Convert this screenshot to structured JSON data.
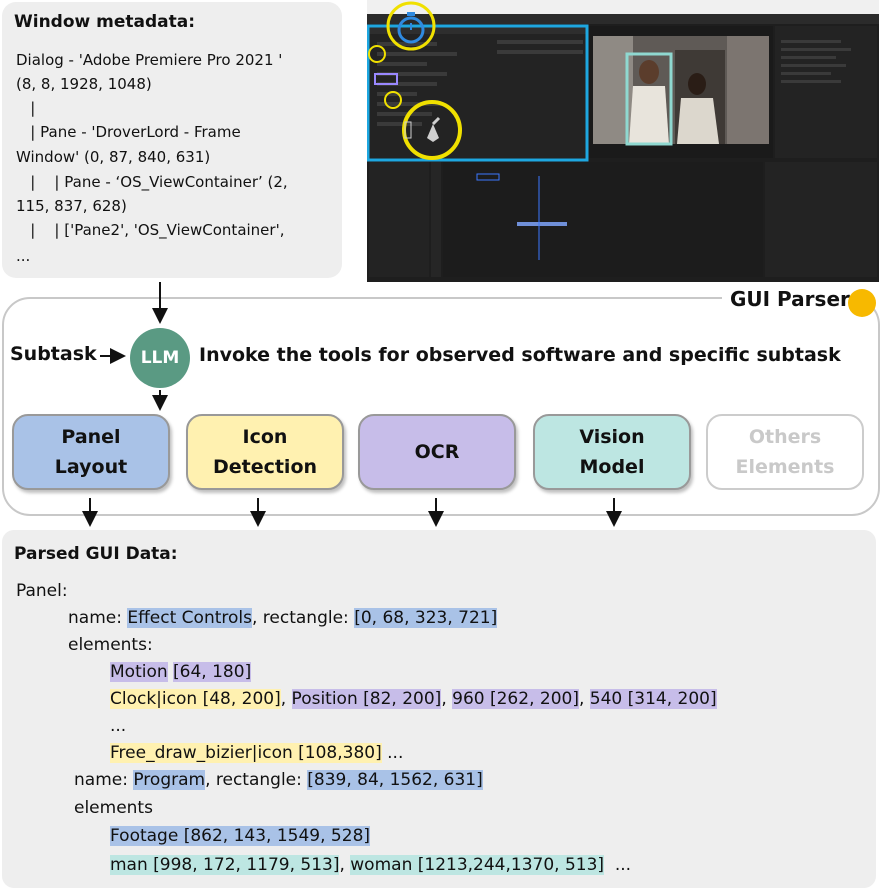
{
  "metadata": {
    "title": "Window metadata:",
    "lines": [
      "Dialog - 'Adobe Premiere Pro 2021 '",
      "(8, 8, 1928, 1048)",
      "   |",
      "   | Pane - 'DroverLord - Frame",
      "Window' (0, 87, 840, 631)",
      "   |    | Pane - ‘OS_ViewContainer’ (2,",
      "115, 837, 628)",
      "   |    | ['Pane2', 'OS_ViewContainer',",
      "..."
    ]
  },
  "parser": {
    "label": "GUI Parser",
    "llm": "LLM",
    "subtask": "Subtask",
    "invoke": "Invoke the tools for observed software and specific subtask",
    "tools": [
      {
        "line1": "Panel",
        "line2": "Layout"
      },
      {
        "line1": "Icon",
        "line2": "Detection"
      },
      {
        "line1": "OCR",
        "line2": ""
      },
      {
        "line1": "Vision",
        "line2": "Model"
      },
      {
        "line1": "Others",
        "line2": "Elements"
      }
    ]
  },
  "parsed": {
    "title": "Parsed GUI Data:",
    "panel_label": "Panel:",
    "name_label": "name: ",
    "rect_label": ", rectangle: ",
    "elements_label": "elements:",
    "elements_label2": "elements",
    "p1_name": "Effect Controls",
    "p1_rect": "[0, 68, 323, 721]",
    "motion": "Motion",
    "motion_c": "[64, 180]",
    "clock": "Clock|icon",
    "clock_c": "[48, 200]",
    "position": "Position",
    "position_c": "[82, 200]",
    "v960": "960",
    "v960_c": "[262, 200]",
    "v540": "540",
    "v540_c": "[314, 200]",
    "ellipsis": "...",
    "freedraw": "Free_draw_bizier|icon",
    "freedraw_c": "[108,380]",
    "p2_name": "Program",
    "p2_rect": "[839, 84, 1562, 631]",
    "footage": "Footage",
    "footage_c": "[862, 143, 1549, 528]",
    "man": "man",
    "man_c": "[998, 172, 1179, 513]",
    "woman": "woman",
    "woman_c": "[1213,244,1370, 513]"
  },
  "colors": {
    "panel_blue": "#a9c2e7",
    "icon_yellow": "#fff1b0",
    "ocr_purple": "#c7bde9",
    "vision_teal": "#bde6e2",
    "llm_green": "#5a9a83",
    "highlight_cyan": "#1ea7e0",
    "highlight_yellow": "#f0e000"
  },
  "icons": [
    "clock-icon",
    "pen-tool-icon"
  ]
}
